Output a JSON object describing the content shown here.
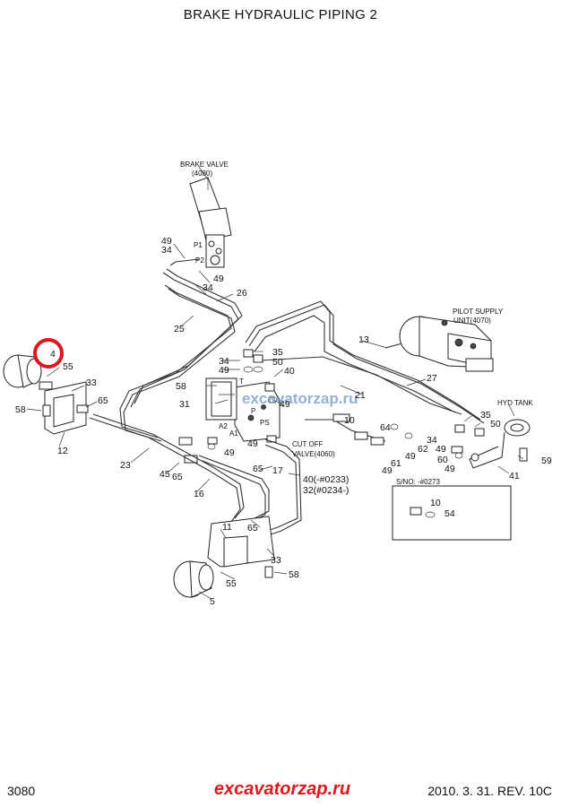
{
  "title": "BRAKE HYDRAULIC PIPING 2",
  "page_number": "3080",
  "revision": "2010. 3. 31. REV. 10C",
  "brand_banner": "excavatorzap.ru",
  "watermark": "excavatorzap.ru",
  "highlight_color": "#e0161e",
  "components": {
    "brake_valve": "BRAKE VALVE",
    "brake_valve_ref": "(4080)",
    "pilot_supply": "PILOT SUPPLY",
    "pilot_supply_ref": "UNIT(4070)",
    "hyd_tank": "HYD TANK",
    "cut_off": "CUT OFF",
    "cut_off_ref": "VALVE(4060)"
  },
  "port_labels": {
    "p1": "P1",
    "p2": "P2",
    "t": "T",
    "p": "P",
    "a2": "A2",
    "a1": "A1",
    "ps": "PS"
  },
  "serial_box": {
    "title": "S/NO: -#0273",
    "items": [
      "10",
      "54"
    ]
  },
  "callouts": {
    "c4": "4",
    "c55a": "55",
    "c33a": "33",
    "c65a": "65",
    "c58a": "58",
    "c12": "12",
    "c49a": "49",
    "c34a": "34",
    "c49b": "49",
    "c34b": "34",
    "c26": "26",
    "c25": "25",
    "c13": "13",
    "c27": "27",
    "c35a": "35",
    "c50a": "50",
    "c40a": "40",
    "c34c": "34",
    "c49c": "49",
    "c58b": "58",
    "c31": "31",
    "c49d": "49",
    "c21": "21",
    "c10": "10",
    "c64": "64",
    "c62": "62",
    "c34d": "34",
    "c49e": "49",
    "c35b": "35",
    "c50b": "50",
    "c49f": "49",
    "c61": "61",
    "c49g": "49",
    "c60": "60",
    "c49h": "49",
    "c41": "41",
    "c59": "59",
    "c49i": "49",
    "c49j": "49",
    "c23": "23",
    "c45": "45",
    "c65b": "65",
    "c65c": "65",
    "c17": "17",
    "c16": "16",
    "c40b": "40(-#0233)",
    "c32": "32(#0234-)",
    "c11": "11",
    "c65d": "65",
    "c33b": "33",
    "c58c": "58",
    "c55b": "55",
    "c5": "5"
  }
}
